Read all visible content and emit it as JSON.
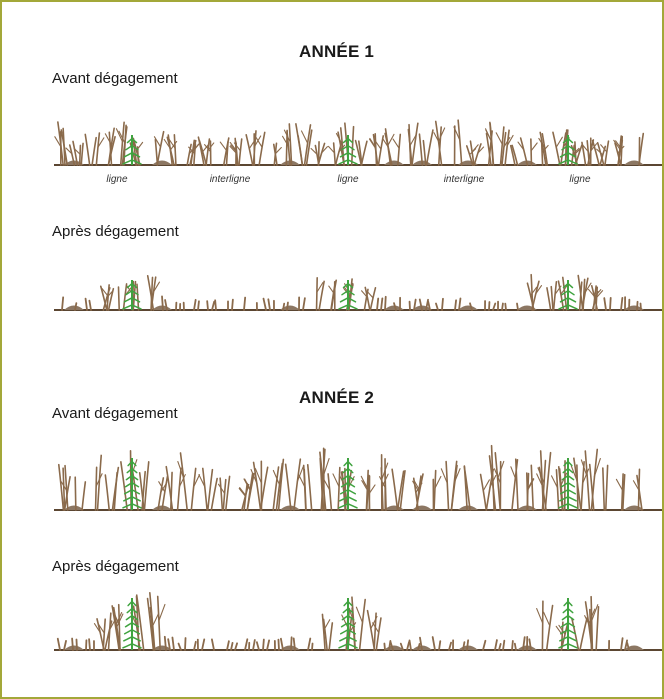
{
  "colors": {
    "frame": "#a3a839",
    "ground": "#5b4632",
    "stem": "#8a6a4b",
    "stump": "#8c7763",
    "seedling": "#3fa33f",
    "text": "#1a1a1a"
  },
  "years": [
    {
      "title": "ANNÉE 1",
      "before_label": "Avant dégagement",
      "after_label": "Après dégagement",
      "zone_labels": [
        "ligne",
        "interligne",
        "ligne",
        "interligne",
        "ligne"
      ]
    },
    {
      "title": "ANNÉE 2",
      "before_label": "Avant dégagement",
      "after_label": "Après dégagement"
    }
  ],
  "scenes": [
    {
      "id": "y1-before",
      "state": "before",
      "regrowth": "low",
      "row_seedlings": "small"
    },
    {
      "id": "y1-after",
      "state": "after",
      "regrowth": "low",
      "row_seedlings": "small"
    },
    {
      "id": "y2-before",
      "state": "before",
      "regrowth": "high",
      "row_seedlings": "tall"
    },
    {
      "id": "y2-after",
      "state": "after",
      "regrowth": "high",
      "row_seedlings": "tall"
    }
  ]
}
